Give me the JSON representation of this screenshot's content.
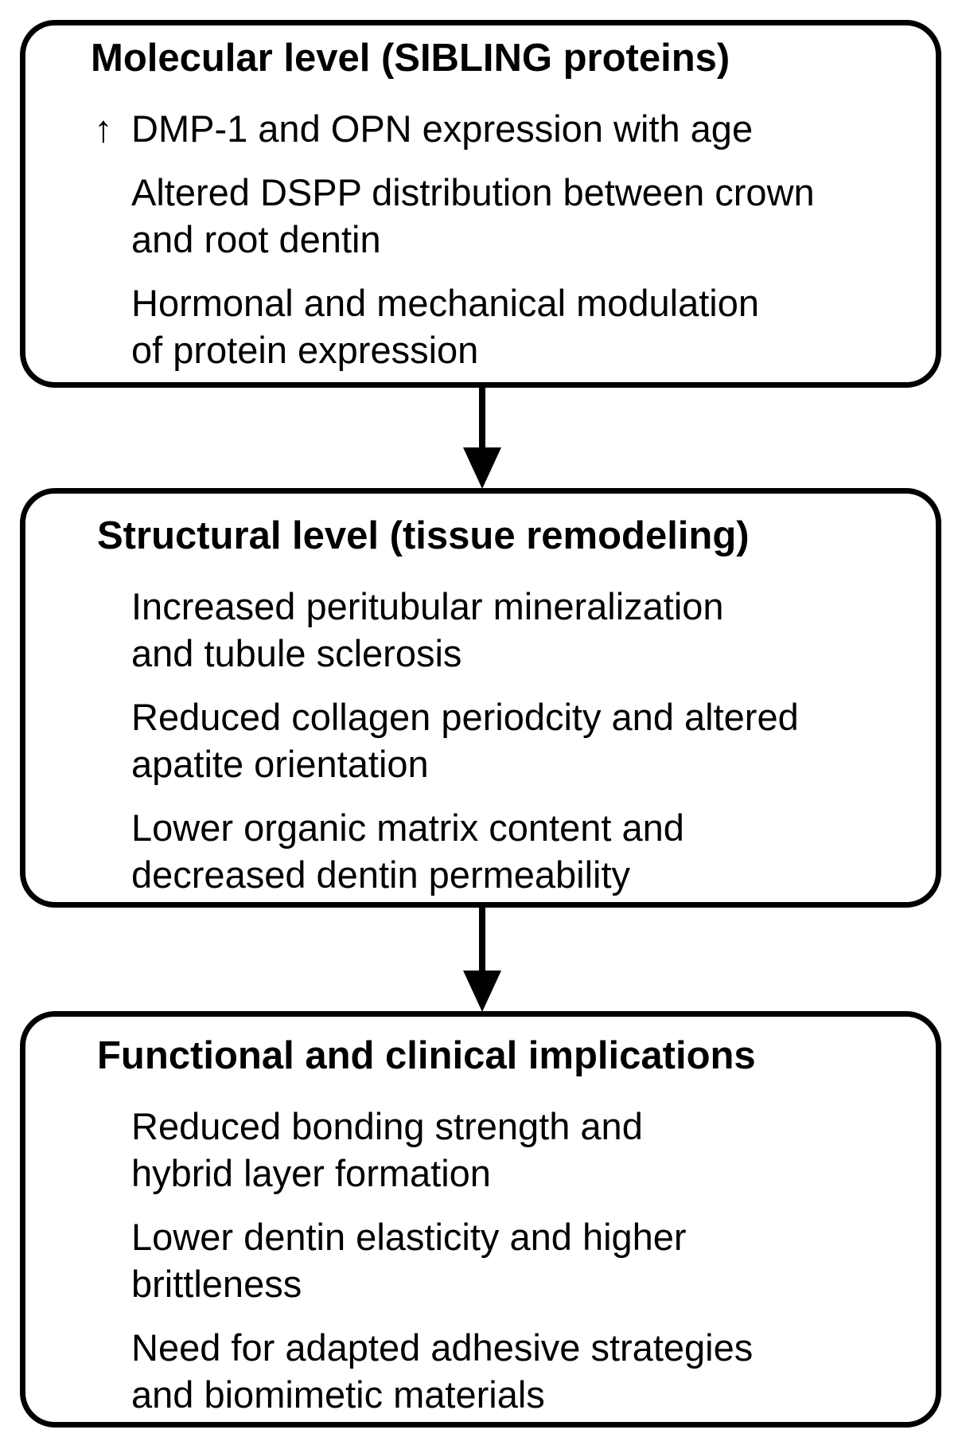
{
  "diagram": {
    "colors": {
      "border": "#000000",
      "background": "#ffffff",
      "text": "#000000"
    },
    "up_arrow_glyph": "↑",
    "boxes": [
      {
        "title": "Molecular level (SIBLING proteins)",
        "items": [
          {
            "prefix": "↑",
            "lines": [
              "DMP-1 and OPN expression with age"
            ]
          },
          {
            "prefix": "",
            "lines": [
              "Altered DSPP distribution between crown",
              "and root dentin"
            ]
          },
          {
            "prefix": "",
            "lines": [
              "Hormonal and mechanical modulation",
              "of protein expression"
            ]
          }
        ]
      },
      {
        "title": "Structural level (tissue remodeling)",
        "items": [
          {
            "prefix": "",
            "lines": [
              "Increased peritubular mineralization",
              "and tubule sclerosis"
            ]
          },
          {
            "prefix": "",
            "lines": [
              "Reduced collagen periodcity and altered",
              "apatite orientation"
            ]
          },
          {
            "prefix": "",
            "lines": [
              "Lower organic matrix content and",
              "decreased dentin permeability"
            ]
          }
        ]
      },
      {
        "title": "Functional and clinical implications",
        "items": [
          {
            "prefix": "",
            "lines": [
              "Reduced bonding strength and",
              "hybrid layer formation"
            ]
          },
          {
            "prefix": "",
            "lines": [
              "Lower dentin elasticity and higher",
              "brittleness"
            ]
          },
          {
            "prefix": "",
            "lines": [
              "Need for adapted adhesive strategies",
              "and biomimetic materials"
            ]
          }
        ]
      }
    ]
  }
}
